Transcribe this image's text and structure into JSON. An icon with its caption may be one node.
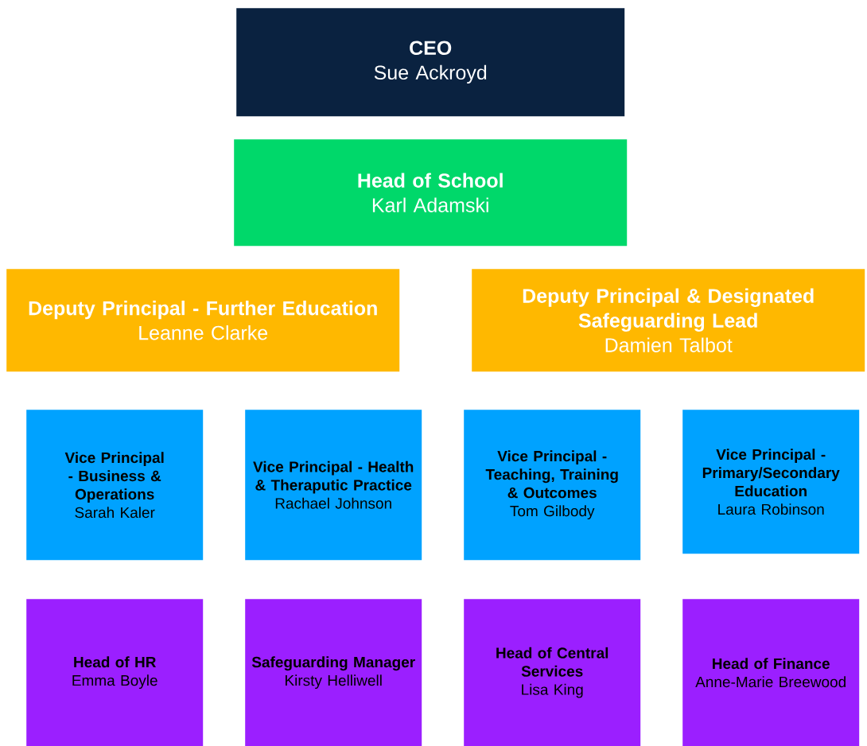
{
  "diagram": {
    "nodes": [
      {
        "text": [
          "CEO",
          "Sue Ackroyd"
        ]
      },
      {
        "text": [
          "Head of School",
          "Karl Adamski"
        ]
      },
      {
        "text": [
          "Deputy Principal - Further Education",
          "Leanne Clarke"
        ]
      },
      {
        "text": [
          "Deputy Principal & Designated Safeguarding Lead",
          "Damien Talbot"
        ]
      },
      {
        "text": [
          "Vice Principal - Business & Operations",
          "Sarah Kaler"
        ]
      },
      {
        "text": [
          "Vice Principal - Health & Theraputic Practice",
          "Rachael Johnson"
        ]
      },
      {
        "text": [
          "Vice Principal - Teaching, Training & Outcomes",
          "Tom Gilbody"
        ]
      },
      {
        "text": [
          "Vice Principal - Primary/Secondary Education",
          "Laura Robinson"
        ]
      },
      {
        "text": [
          "Head of HR",
          "Emma Boyle"
        ]
      },
      {
        "text": [
          "Safeguarding Manager",
          "Kirsty Helliwell"
        ]
      },
      {
        "text": [
          "Head of Central Services",
          "Lisa King"
        ]
      },
      {
        "text": [
          "Head of Finance",
          "Anne-Marie Breewood"
        ]
      }
    ]
  }
}
